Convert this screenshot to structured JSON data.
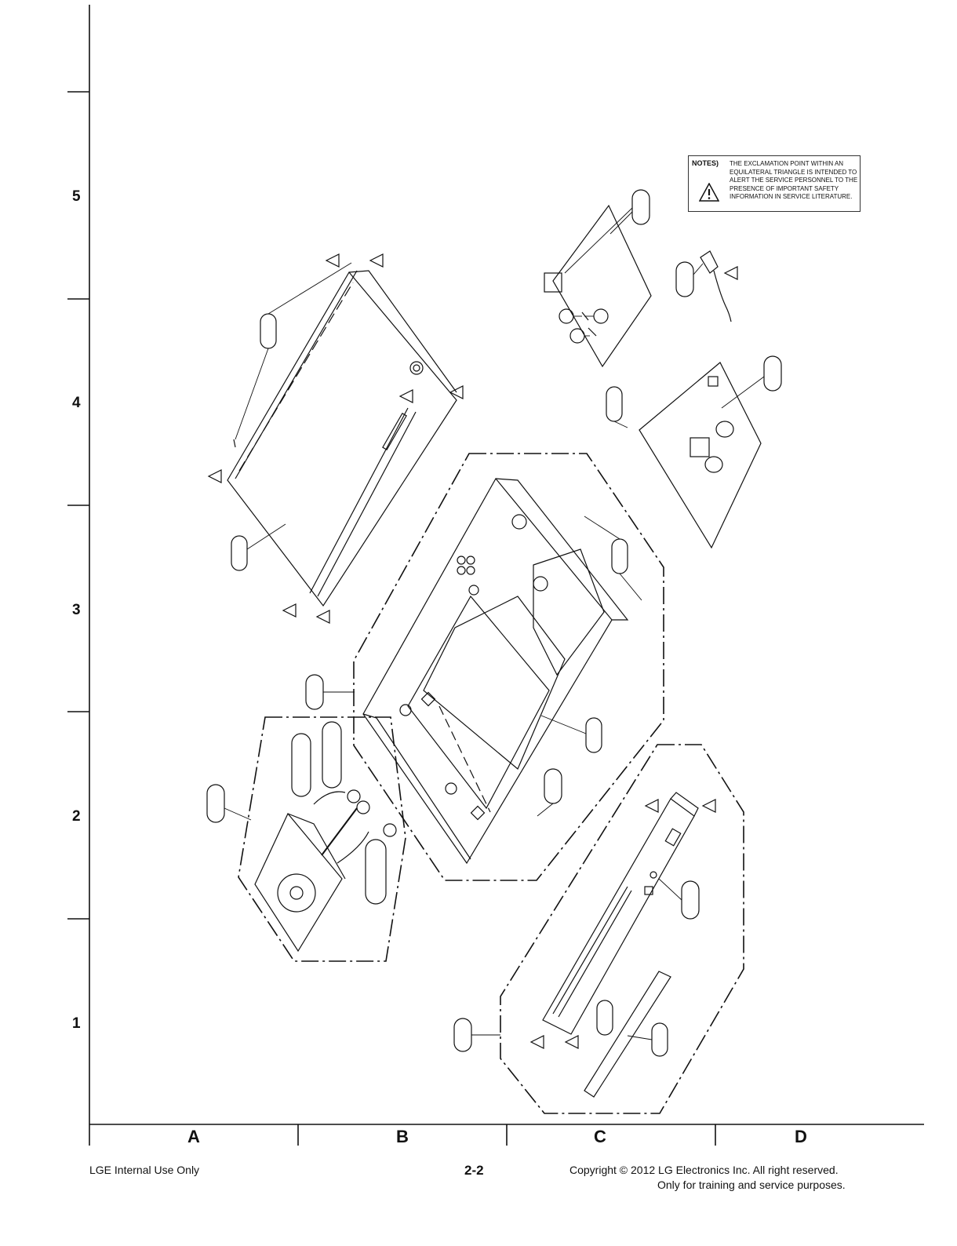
{
  "grid": {
    "rows": [
      "5",
      "4",
      "3",
      "2",
      "1"
    ],
    "columns": [
      "A",
      "B",
      "C",
      "D"
    ]
  },
  "notes": {
    "title": "NOTES)",
    "text": "THE EXCLAMATION POINT WITHIN AN EQUILATERAL TRIANGLE IS INTENDED TO ALERT THE SERVICE PERSONNEL TO THE PRESENCE OF IMPORTANT SAFETY INFORMATION IN SERVICE LITERATURE.",
    "icon": "warning-triangle-icon"
  },
  "footer": {
    "left": "LGE Internal Use Only",
    "page": "2-2",
    "copyright": "Copyright © 2012 LG Electronics Inc. All right reserved.",
    "purpose": "Only for training and service purposes."
  },
  "colors": {
    "ink": "#111111",
    "background": "#ffffff"
  }
}
